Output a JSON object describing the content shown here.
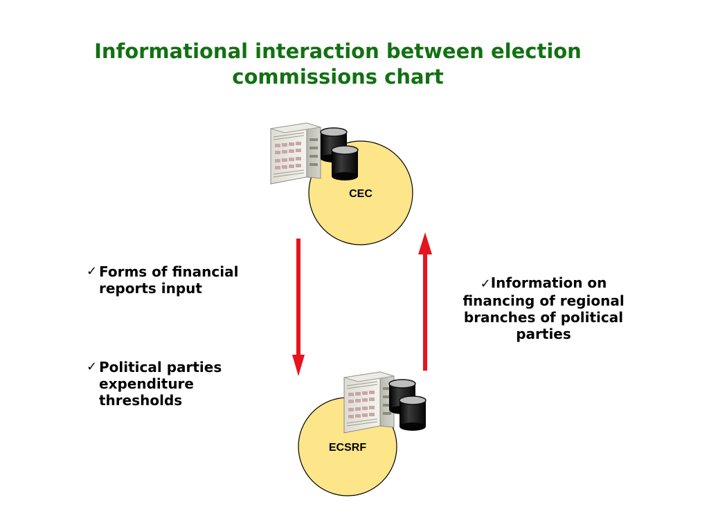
{
  "title": {
    "line1": "Informational interaction between election",
    "line2": "commissions chart"
  },
  "nodes": {
    "top": {
      "label": "CEC"
    },
    "bottom": {
      "label": "ECSRF"
    }
  },
  "left_bullets": {
    "item1": {
      "line1": "Forms of financial",
      "line2": "reports input"
    },
    "item2": {
      "line1": "Political parties",
      "line2": "expenditure",
      "line3": "thresholds"
    }
  },
  "right_bullet": {
    "line1": "Information on",
    "line2": "financing of regional",
    "line3": "branches of political",
    "line4": "parties"
  },
  "colors": {
    "title": "#127112",
    "circle_fill": "#FDE58A",
    "arrow": "#E5141E",
    "text": "#000000"
  },
  "icons": {
    "check": "✓",
    "server": "server-icon",
    "database": "database-icon"
  }
}
